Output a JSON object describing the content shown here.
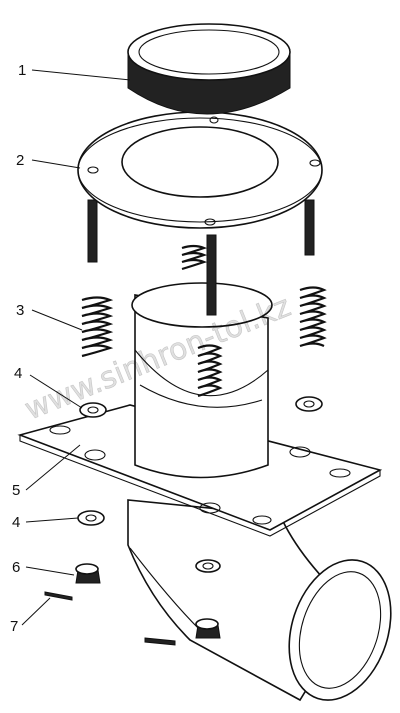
{
  "labels": [
    "1",
    "2",
    "3",
    "4",
    "5",
    "4",
    "6",
    "7"
  ],
  "watermark": "www.sinhron-tol.kz"
}
